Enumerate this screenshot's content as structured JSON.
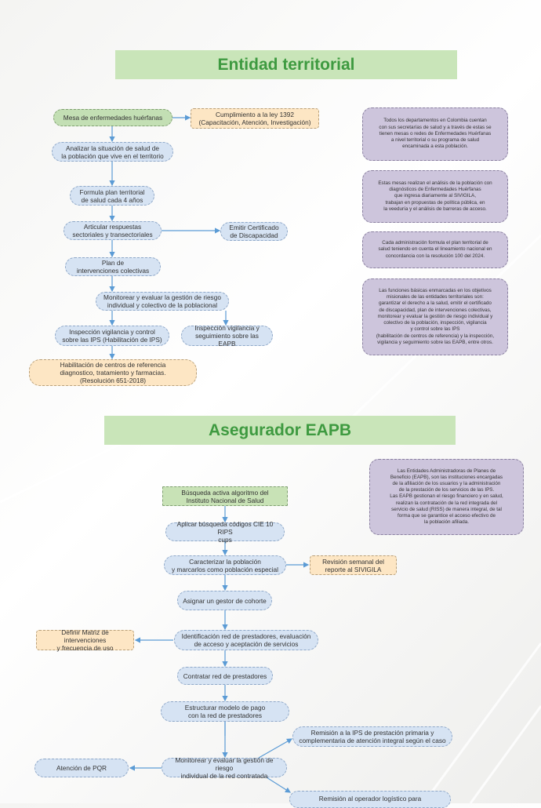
{
  "sections": {
    "territorial_title": "Entidad territorial",
    "eapb_title": "Asegurador EAPB"
  },
  "territorial": {
    "mesa": "Mesa de enfermedades huérfanas",
    "cumplimiento": "Cumplimiento a la ley 1392\n(Capacitación, Atención, Investigación)",
    "analizar": "Analizar la situación de salud de\nla población que vive en el territorio",
    "formula": "Formula plan territorial\nde salud cada 4 años",
    "articular": "Articular respuestas\nsectoriales y transectoriales",
    "emitir": "Emitir Certificado\nde Discapacidad",
    "plan": "Plan de\nintervenciones colectivas",
    "monitorear": "Monitorear y evaluar la gestión de riesgo\nindividual y colectivo de la poblacional",
    "inspeccion_ips": "Inspección vigilancia y control\nsobre las IPS (Habilitación de IPS)",
    "inspeccion_eapb": "Inspección vigilancia y\nseguimiento sobre las EAPB",
    "habilitacion": "Habilitación de centros de referencia\ndiagnostico, tratamiento y farmacias.\n(Resolución 651-2018)"
  },
  "territorial_notes": [
    "Todos los departamentos en Colombia cuentan\ncon sus secretarías de salud y a través de estas se\ntienen mesas o redes de Enfermedades Huérfanas\na nivel territorial o su programa de salud\nencaminada a esta población.",
    "Estas mesas realizan el análisis de la población con\ndiagnósticos de Enfermedades Huérfanas\nque ingresa diariamente al SIVIGILA,\ntrabajan en propuestas de política pública, en\nla veeduría y el análisis de barreras de acceso.",
    "Cada administración formula el plan territorial de\nsalud teniendo en cuenta el lineamiento nacional en\nconcordancia con la resolución 100 del 2024.",
    "Las funciones básicas enmarcadas en los objetivos\nmisionales de las entidades territoriales son:\ngarantizar el derecho a la salud, emitir el certificado\nde discapacidad, plan de intervenciones colectivas,\nmonitorear y evaluar la gestión de riesgo individual y\ncolectivo de la población, inspección, vigilancia\ny control sobre las IPS\n(habilitación de centros de referencia) y la inspección,\nvigilancia y seguimiento sobre las EAPB, entre otros."
  ],
  "eapb": {
    "note": "Las Entidades Administradoras de Planes de\nBeneficio (EAPB), son las instituciones encargadas\nde la afiliación de los usuarios y la administración\nde la prestación de los servicios de las IPS.\nLas EAPB gestionan el riesgo financiero y en salud,\nrealizan la contratación de la red integrada del\nservicio de salud (RISS) de manera integral, de tal\nforma que se garantice el acceso efectivo de\nla población afiliada.",
    "busqueda": "Búsqueda activa algoritmo del\nInstituto Nacional de Salud",
    "aplicar": "Aplicar búsqueda códigos CIE 10 RIPS\ncups",
    "caracterizar": "Caracterizar la población\ny marcarlos como población especial",
    "revision": "Revisión semanal del\nreporte al SIVIGILA",
    "asignar": "Asignar un gestor de cohorte",
    "identificacion": "Identificación red de prestadores, evaluación\nde acceso y aceptación de servicios",
    "definir": "Definir Matriz de intervenciones\ny frecuencia de uso",
    "contratar": "Contratar red de prestadores",
    "estructurar": "Estructurar modelo de pago\ncon la red de prestadores",
    "remision_ips": "Remisión a la IPS de prestación primaria y\ncomplementaria de atención integral según el caso",
    "atencion": "Atención de PQR",
    "monitorear": "Monitorear y evaluar la gestión de riesgo\nindividual de la red contratada",
    "remision_operador": "Remisión al operador logístico para"
  }
}
